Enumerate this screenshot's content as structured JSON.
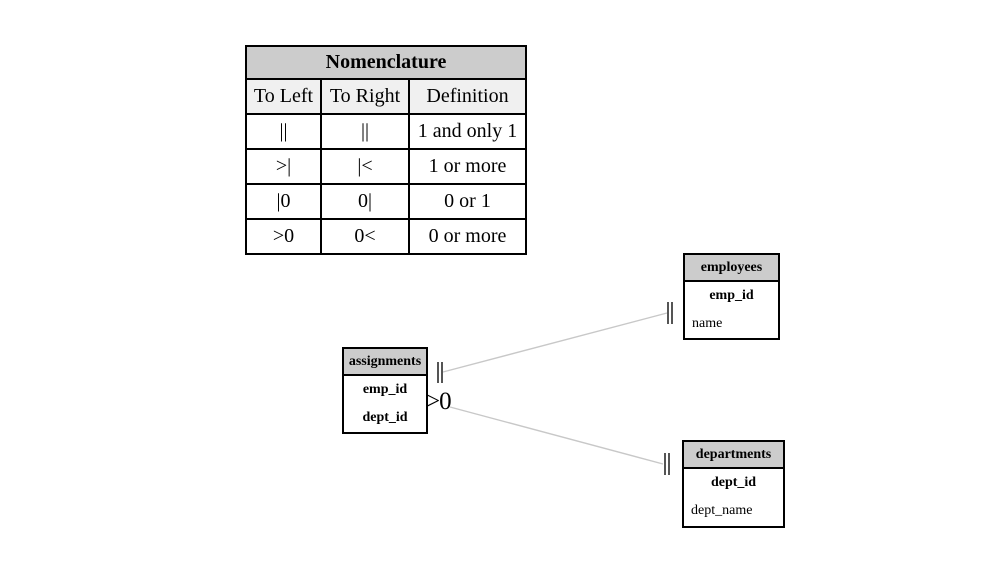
{
  "nomenclature": {
    "title": "Nomenclature",
    "columns": [
      "To Left",
      "To Right",
      "Definition"
    ],
    "rows": [
      {
        "to_left": "||",
        "to_right": "||",
        "definition": "1 and only 1"
      },
      {
        "to_left": ">|",
        "to_right": "|<",
        "definition": "1 or more"
      },
      {
        "to_left": "|0",
        "to_right": "0|",
        "definition": "0 or 1"
      },
      {
        "to_left": ">0",
        "to_right": "0<",
        "definition": "0 or more"
      }
    ]
  },
  "entities": [
    {
      "name": "employees",
      "fields": [
        {
          "name": "emp_id",
          "primary": true
        },
        {
          "name": "name",
          "primary": false
        }
      ]
    },
    {
      "name": "assignments",
      "fields": [
        {
          "name": "emp_id",
          "primary": true
        },
        {
          "name": "dept_id",
          "primary": true
        }
      ]
    },
    {
      "name": "departments",
      "fields": [
        {
          "name": "dept_id",
          "primary": true
        },
        {
          "name": "dept_name",
          "primary": false
        }
      ]
    }
  ],
  "relationships": [
    {
      "from": "assignments",
      "to": "employees",
      "from_marker": "||",
      "to_marker": "||",
      "meaning": "1 and only 1 on both ends"
    },
    {
      "from": "assignments",
      "to": "departments",
      "from_marker": ">0",
      "to_marker": "||",
      "meaning": "0 or more to 1 and only 1"
    }
  ],
  "colors": {
    "entity_header_bg": "#cccccc",
    "table_title_bg": "#cccccc",
    "table_colhead_bg": "#f0f0f0",
    "relationship_line": "#c8c8c8",
    "marker": "#555555",
    "border": "#000000",
    "background": "#ffffff"
  }
}
